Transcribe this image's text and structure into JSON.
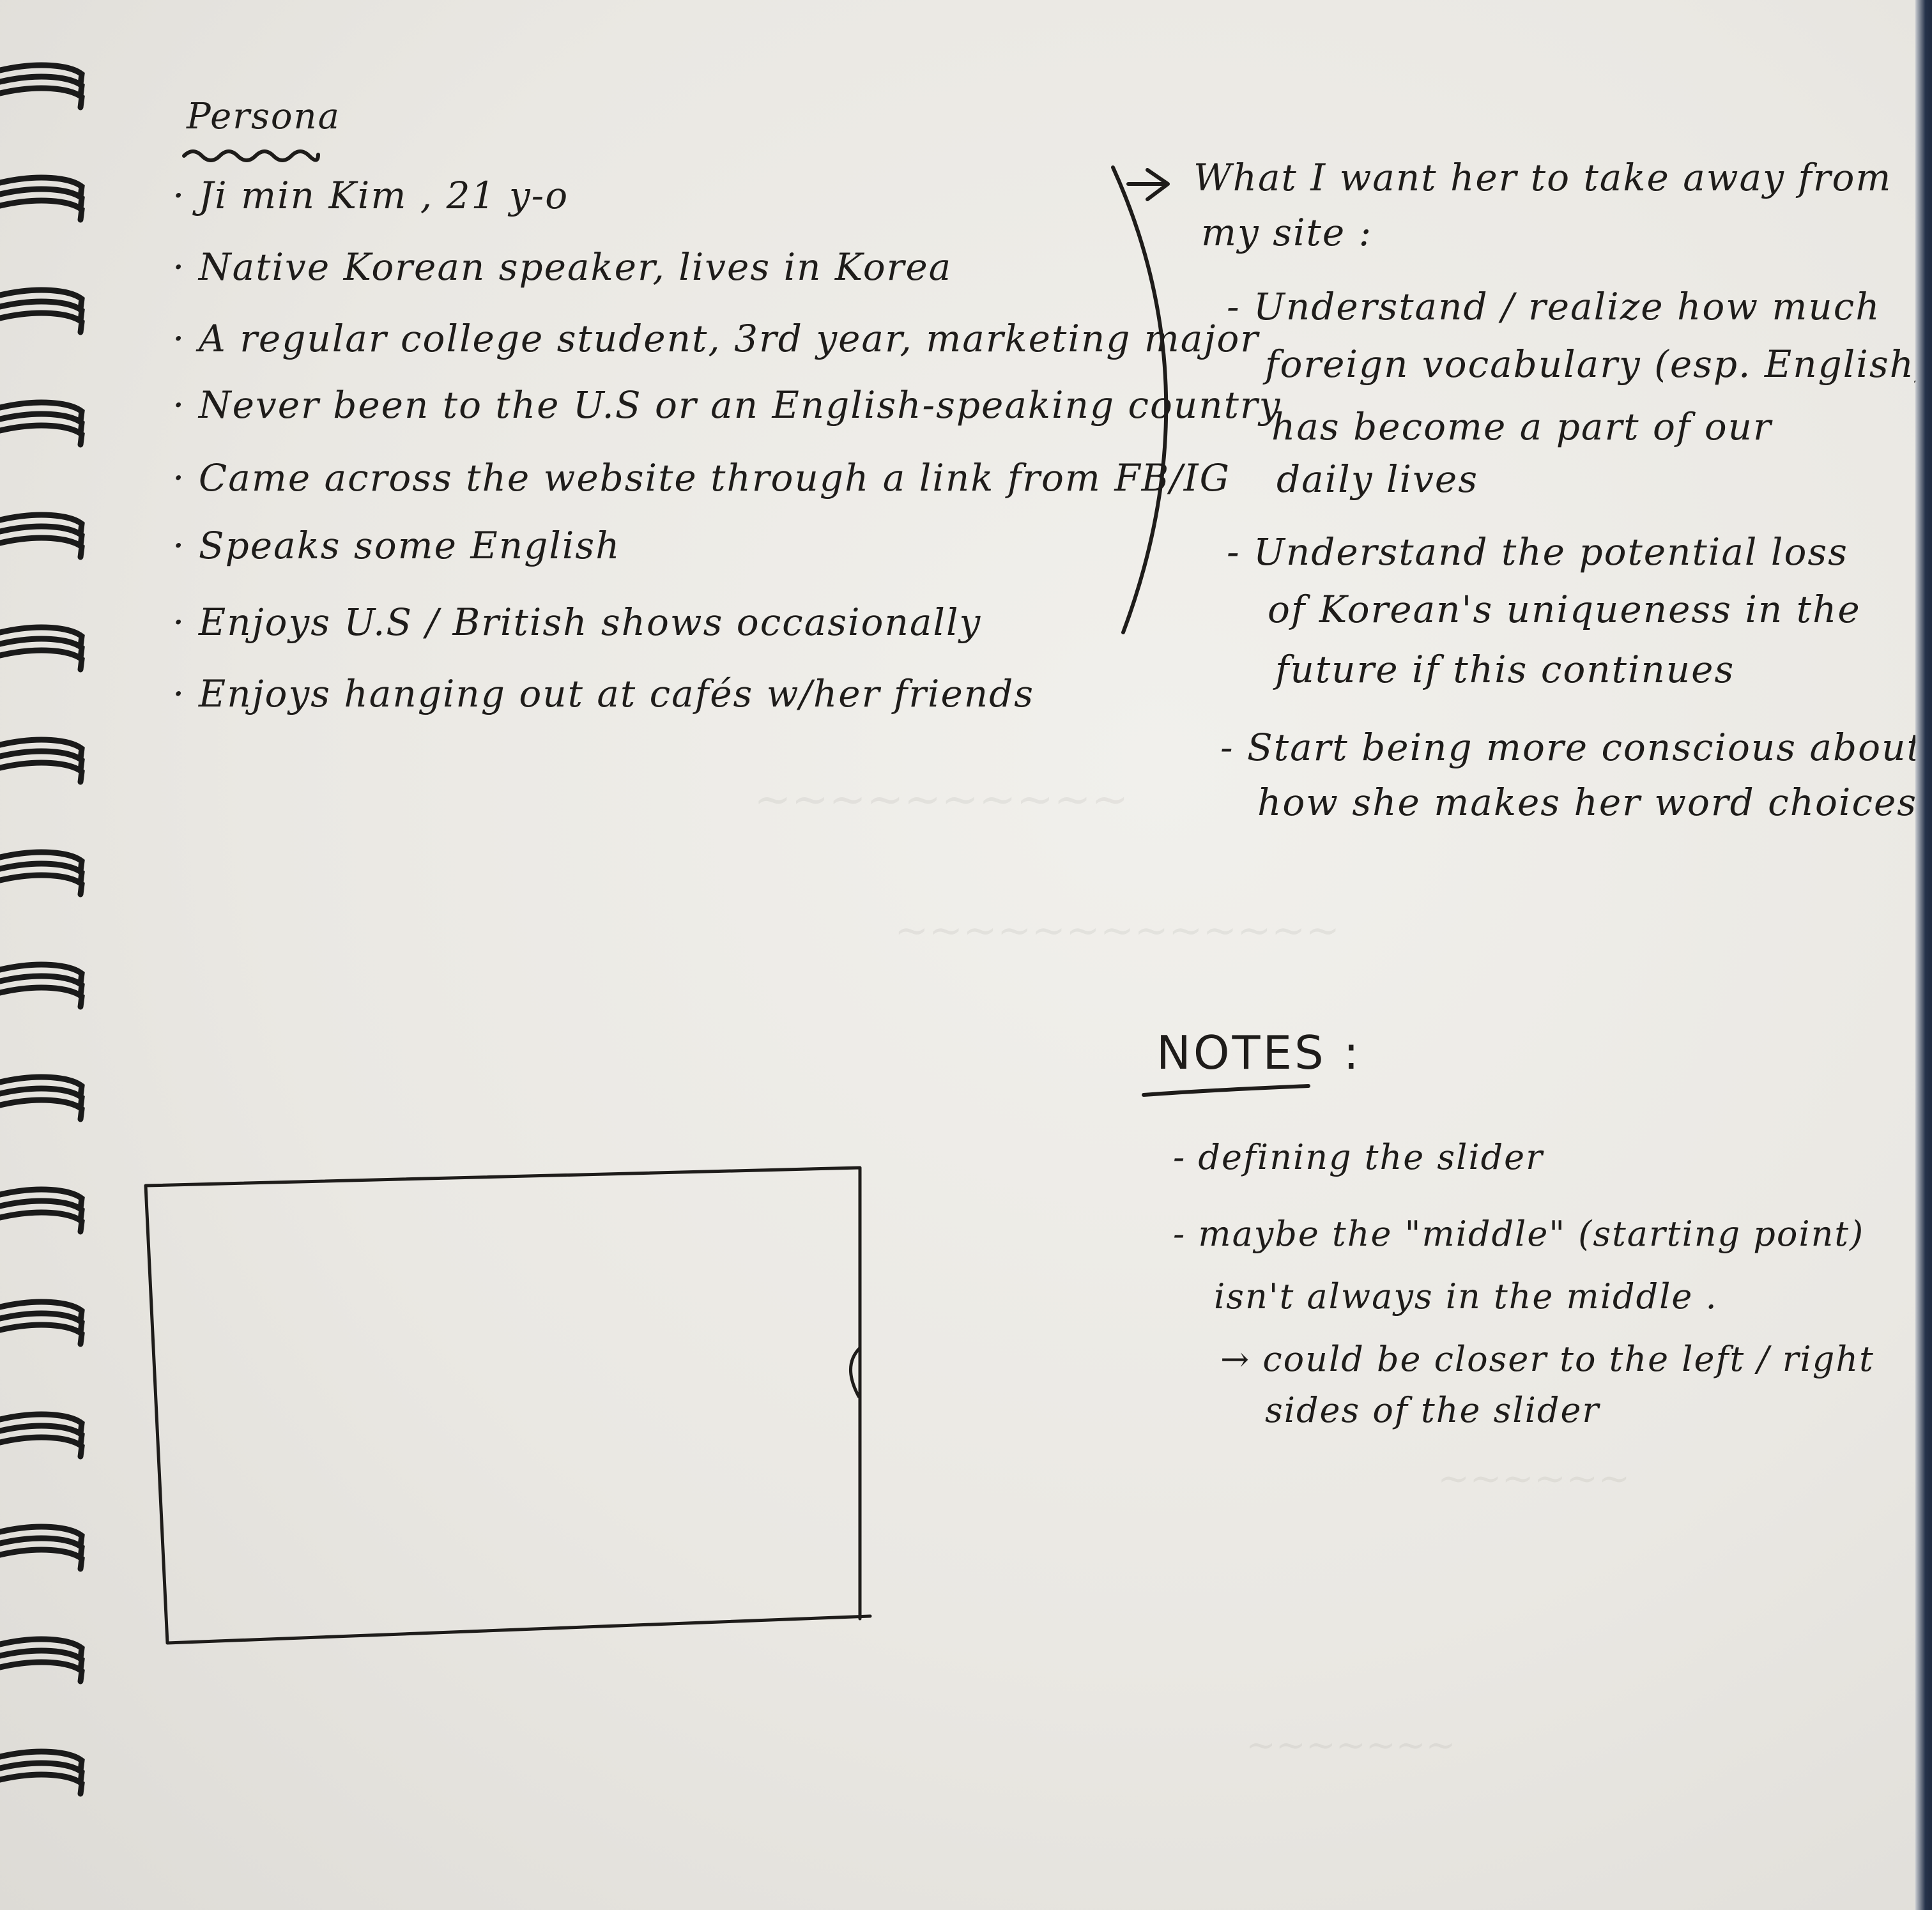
{
  "persona": {
    "title": "Persona",
    "bullets": [
      "Ji min Kim , 21 y-o",
      "Native Korean speaker, lives in Korea",
      "A regular college student, 3rd year, marketing major",
      "Never been to the U.S or an English-speaking country",
      "Came across the website through a link from FB/IG",
      "Speaks some English",
      "Enjoys U.S / British shows occasionally",
      "Enjoys hanging out at cafés w/her friends"
    ]
  },
  "takeaway": {
    "heading_line1": "What I want her to take away from",
    "heading_line2": "my site :",
    "items": [
      [
        "- Understand / realize how much",
        "foreign vocabulary (esp. English)",
        "has become a part of our",
        "daily lives"
      ],
      [
        "- Understand the potential loss",
        "of Korean's uniqueness in the",
        "future if this continues"
      ],
      [
        "- Start being more conscious about",
        "how she makes her word choices"
      ]
    ]
  },
  "notes": {
    "title": "NOTES :",
    "lines": [
      "- defining the slider",
      "- maybe the \"middle\" (starting point)",
      "isn't always in the middle .",
      "→ could be closer to the left / right",
      "sides of the slider"
    ]
  },
  "colors": {
    "paper": "#ebe9e4",
    "ink": "#1e1c1a",
    "spiral": "#1a1a1a",
    "cover": "#1f2a40"
  }
}
